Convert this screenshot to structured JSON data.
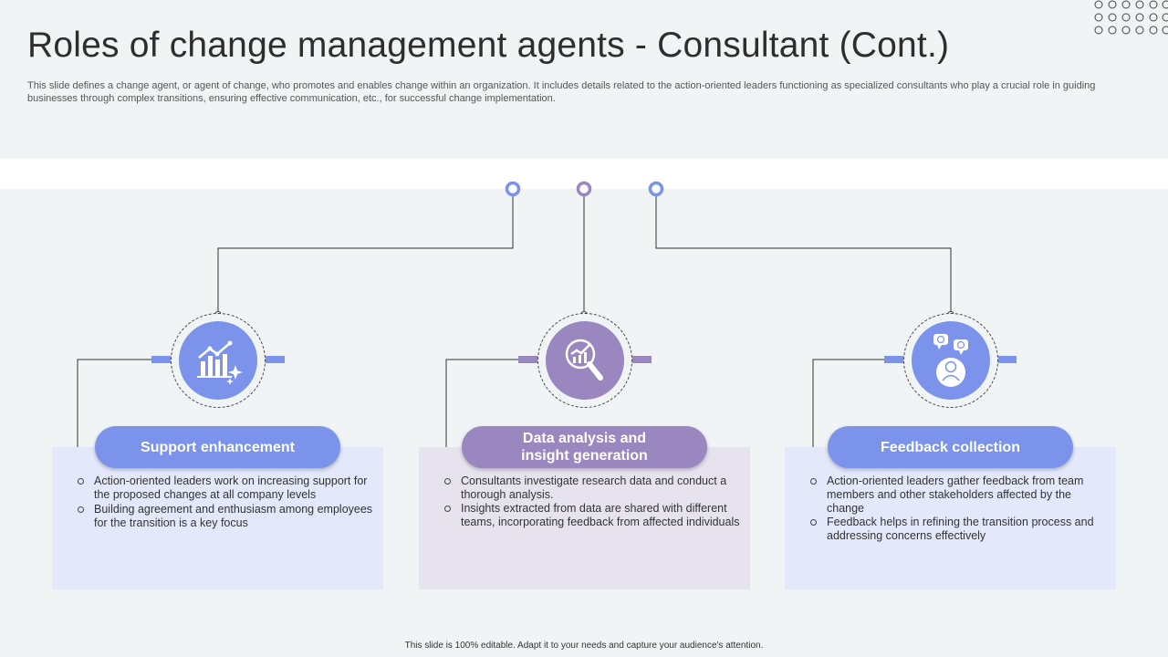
{
  "title": "Roles of change management agents - Consultant (Cont.)",
  "subtitle": "This slide defines a change agent, or agent of change, who promotes and enables change within an organization. It includes details related to the action-oriented leaders functioning as specialized consultants who play a crucial role in guiding businesses through complex transitions, ensuring effective communication, etc., for successful change implementation.",
  "colors": {
    "blue": "#7b93ea",
    "purple": "#9b87c0",
    "panel_blue": "#e3e8fb",
    "panel_purple": "#e6e3ef",
    "line": "#333333"
  },
  "cards": [
    {
      "heading": "Support enhancement",
      "icon": "growth-chart-icon",
      "bullets": [
        "Action-oriented leaders work on increasing support for the proposed changes at all company levels",
        "Building agreement and enthusiasm among employees for the transition is a key focus"
      ]
    },
    {
      "heading": "Data analysis and insight generation",
      "icon": "magnifier-chart-icon",
      "bullets": [
        "Consultants investigate research data and conduct a thorough analysis.",
        "Insights extracted from data are shared with different teams, incorporating feedback from affected individuals"
      ]
    },
    {
      "heading": "Feedback collection",
      "icon": "user-feedback-icon",
      "bullets": [
        "Action-oriented leaders gather feedback from team members and other stakeholders affected by the change",
        "Feedback helps in refining the transition process and addressing concerns effectively"
      ]
    }
  ],
  "footer": "This slide is 100% editable. Adapt it to your needs and capture your audience's attention."
}
